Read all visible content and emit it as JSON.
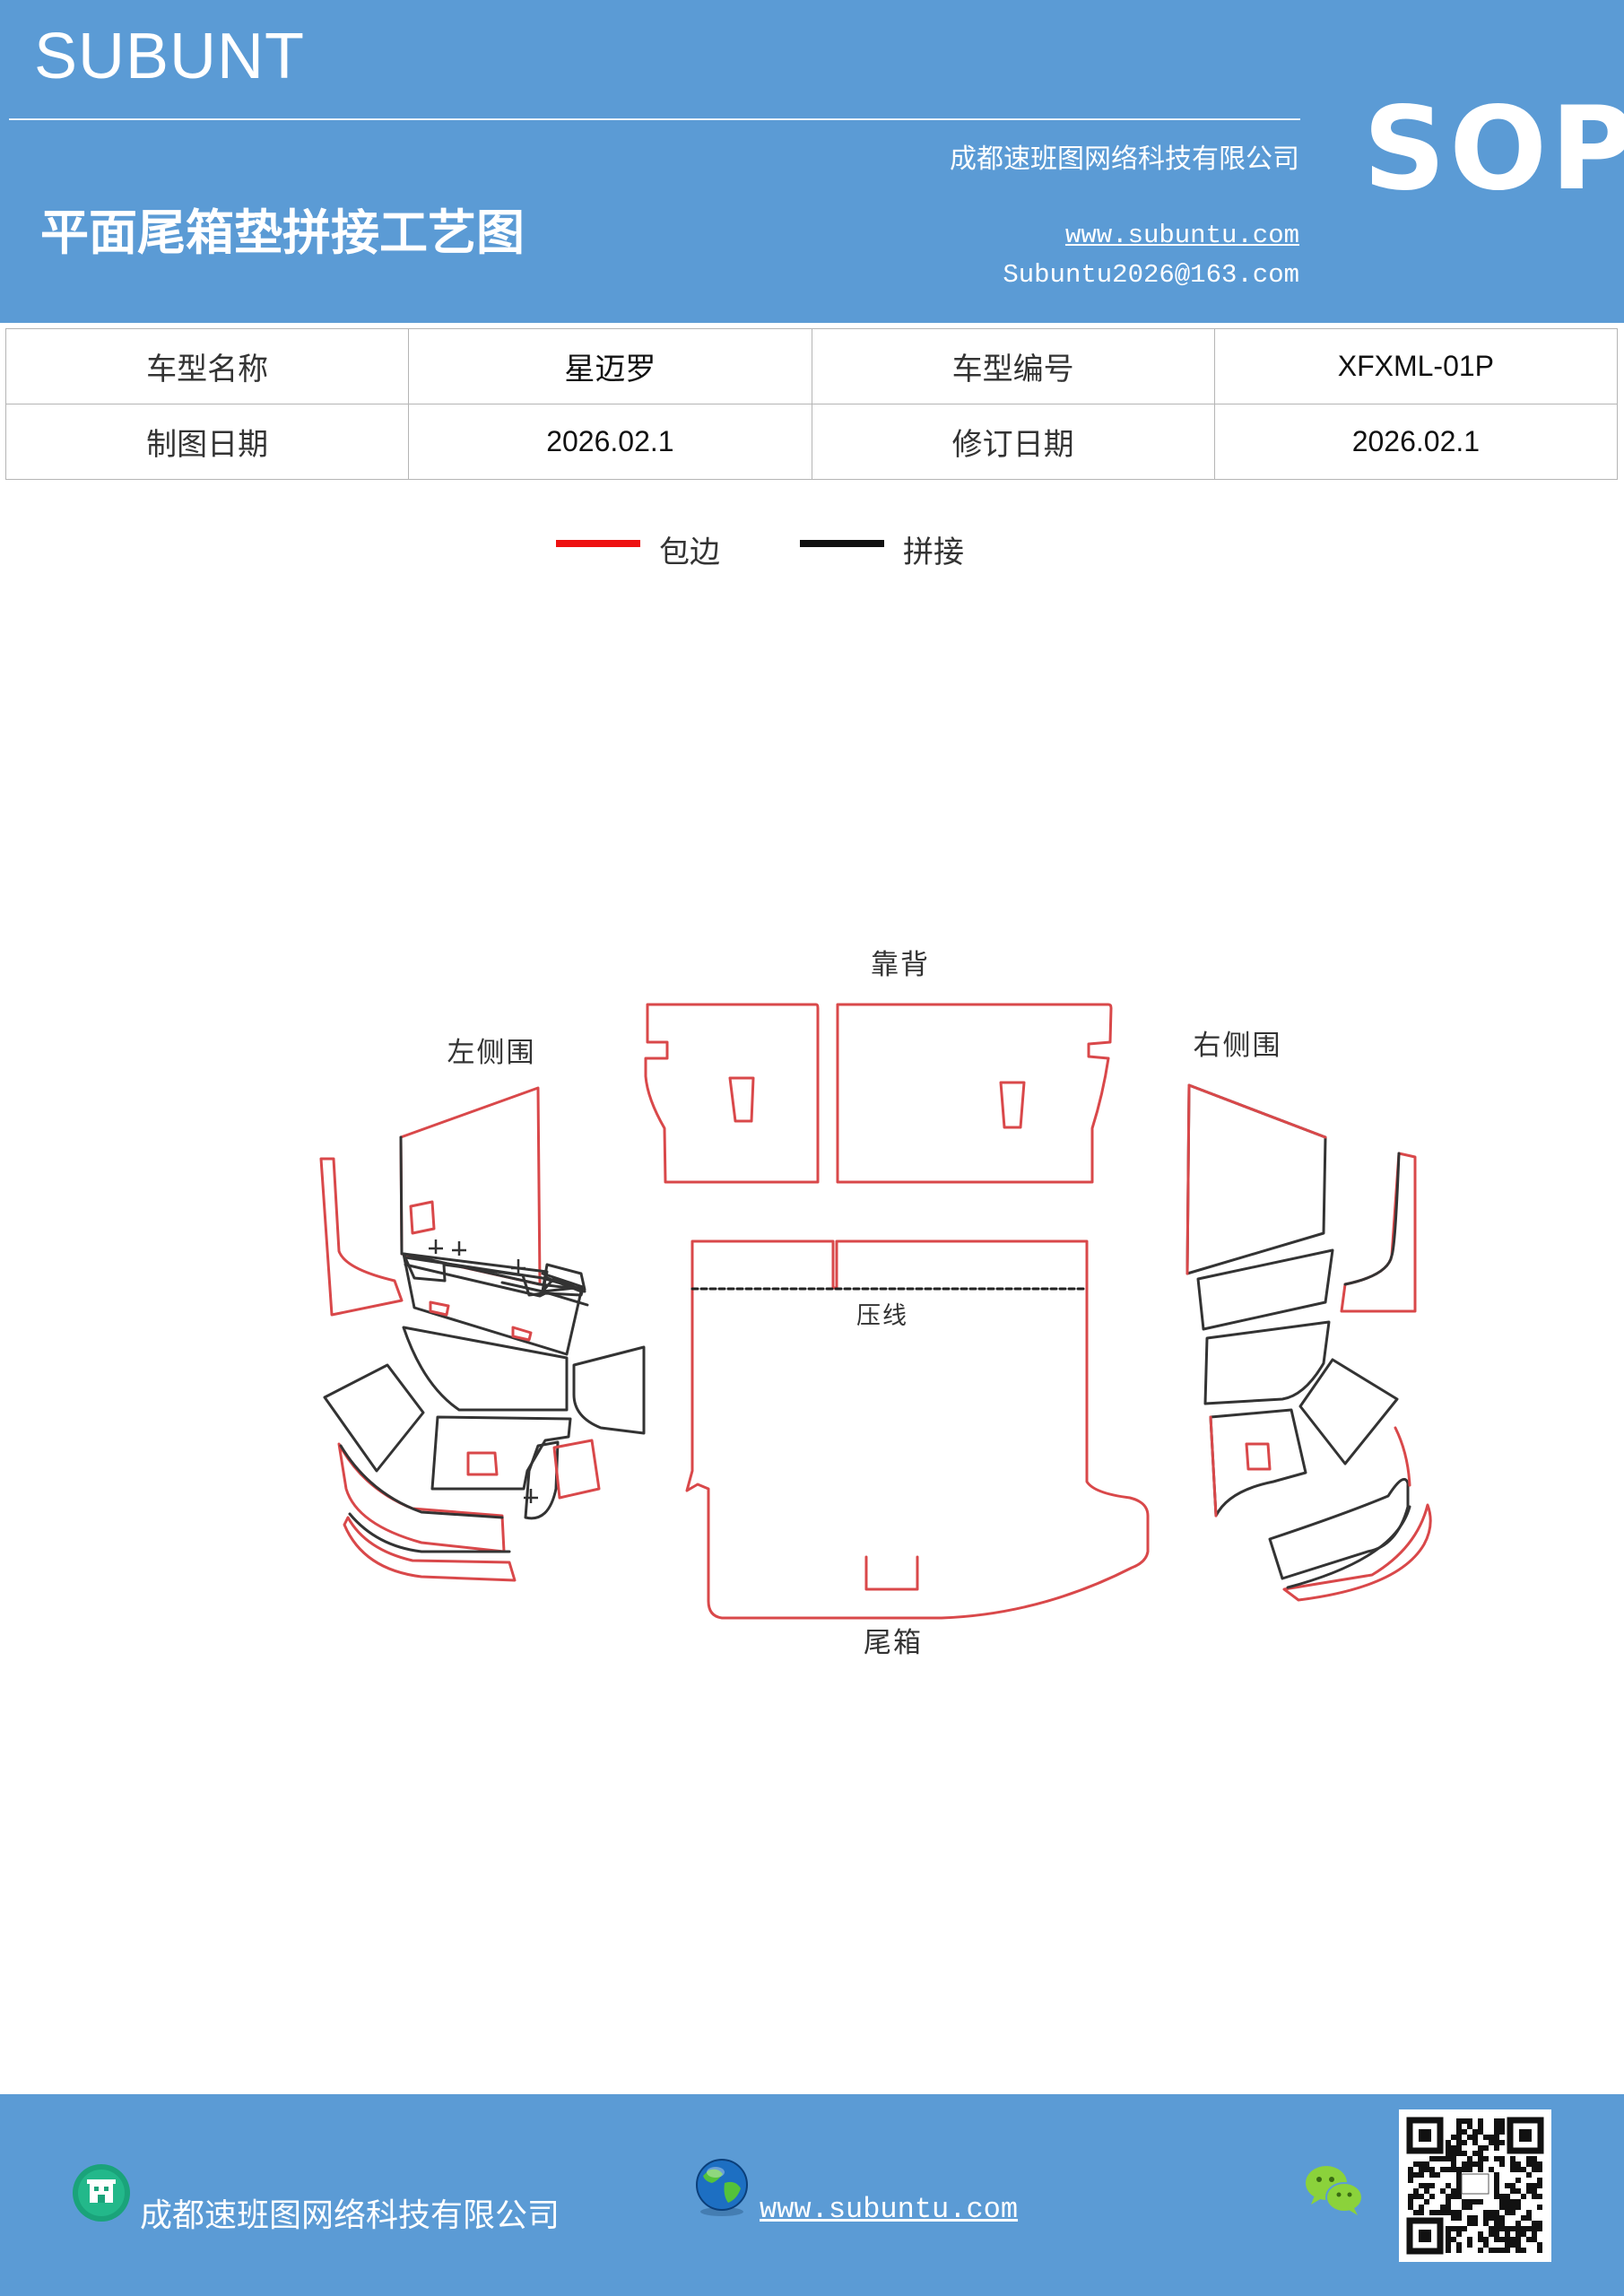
{
  "header": {
    "brand": "SUBUNT",
    "company": "成都速班图网络科技有限公司",
    "title": "平面尾箱垫拼接工艺图",
    "website": "www.subuntu.com",
    "email": "Subuntu2026@163.com",
    "badge": "SOP",
    "bg_color": "#5b9bd5"
  },
  "info_table": {
    "rows": [
      [
        {
          "text": "车型名称",
          "kind": "label"
        },
        {
          "text": "星迈罗",
          "kind": "value"
        },
        {
          "text": "车型编号",
          "kind": "label"
        },
        {
          "text": "XFXML-01P",
          "kind": "value"
        }
      ],
      [
        {
          "text": "制图日期",
          "kind": "label"
        },
        {
          "text": "2026.02.1",
          "kind": "value"
        },
        {
          "text": "修订日期",
          "kind": "label"
        },
        {
          "text": "2026.02.1",
          "kind": "value"
        }
      ]
    ]
  },
  "legend": {
    "items": [
      {
        "label": "包边",
        "color": "#ee1111"
      },
      {
        "label": "拼接",
        "color": "#111111"
      }
    ]
  },
  "diagram": {
    "labels": {
      "backrest": "靠背",
      "left_side": "左侧围",
      "right_side": "右侧围",
      "crease": "压线",
      "trunk": "尾箱"
    },
    "edge_color": "#d9484a",
    "seam_color": "#333333"
  },
  "footer": {
    "company": "成都速班图网络科技有限公司",
    "website": "www.subuntu.com",
    "icons": [
      "building-icon",
      "globe-icon",
      "wechat-icon",
      "qr-code-icon"
    ]
  }
}
